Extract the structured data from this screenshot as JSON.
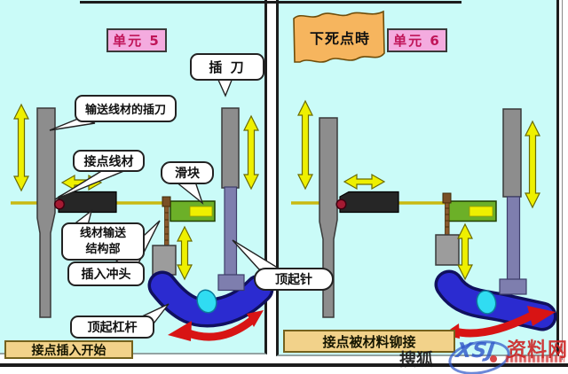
{
  "left_panel": {
    "unit_label": "单元 5",
    "callout_blade": "插 刀",
    "callout_feed_blade": "输送线材的插刀",
    "callout_contact_wire": "接点线材",
    "callout_slider": "滑块",
    "callout_feed_unit_line1": "线材输送",
    "callout_feed_unit_line2": "结构部",
    "callout_punch": "插入冲头",
    "callout_lift_lever": "顶起杠杆",
    "banner": "接点插入开始"
  },
  "right_panel": {
    "flag_label": "下死点時",
    "unit_label": "单元 6",
    "banner": "接点被材料铆接"
  },
  "shared": {
    "callout_lift_pin": "顶起针"
  },
  "watermark": {
    "prefix": "搜狐",
    "logo": "XSJ",
    "site": "资料网"
  },
  "colors": {
    "panel_cyan": "#cafbf8",
    "arrow_yellow": "#eef000",
    "lever_blue": "#2b2bd0",
    "motion_red": "#d81414",
    "banner_tan": "#f2d28a",
    "flag_orange": "#f6b55e",
    "label_pink": "#f4abdf"
  }
}
